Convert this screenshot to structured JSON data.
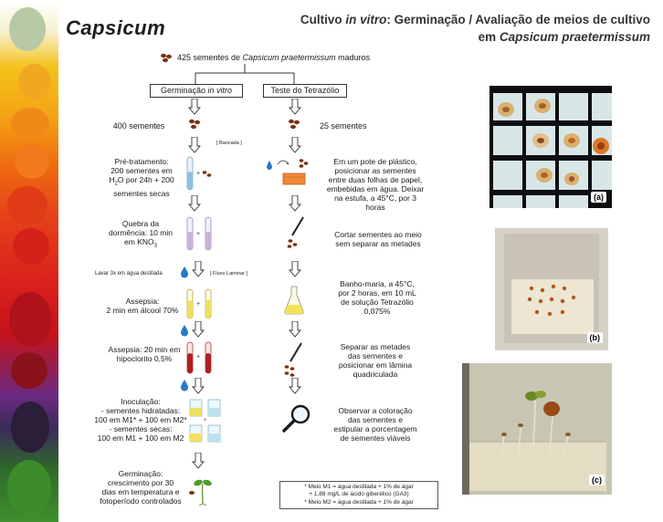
{
  "header": {
    "logo_text": "Capsicum",
    "title_line1_prefix": "Cultivo ",
    "title_line1_italic": "in vitro",
    "title_line1_suffix": ": Germinação / Avaliação de meios de cultivo",
    "title_line2_prefix": "em ",
    "title_line2_italic": "Capsicum praetermissum"
  },
  "top": {
    "prefix": "425 sementes de ",
    "italic": "Capsicum praetermissum",
    "suffix": " maduros"
  },
  "left_branch": {
    "box_prefix": "Germinação ",
    "box_italic": "in vitro",
    "step1": "400 sementes",
    "tag_bancada": "[ Bancada ]",
    "step2_l1": "Pré-tratamento:",
    "step2_l2": "200 sementes em",
    "step2_l3_a": "H",
    "step2_l3_sub": "2",
    "step2_l3_b": "O por 24h + 200",
    "step2_l4": "sementes secas",
    "step3_l1": "Quebra da",
    "step3_l2": "dormência: 10 min",
    "step3_l3_a": "em KNO",
    "step3_l3_sub": "3",
    "wash": "Lavar 3x em água destilada",
    "tag_fluxo": "[ Fluxo Laminar ]",
    "step4_l1": "Assepsia:",
    "step4_l2": "2 min em álcool 70%",
    "step5_l1": "Assepsia: 20 min em",
    "step5_l2": "hipoclorito 0,5%",
    "step6_l1": "Inoculação:",
    "step6_l2": "- sementes hidratadas:",
    "step6_l3": "100 em M1* + 100 em M2*",
    "step6_l4": "- sementes secas:",
    "step6_l5": "100 em M1 + 100 em M2",
    "step7_l1": "Germinação:",
    "step7_l2": "crescimento por 30",
    "step7_l3": "dias em temperatura e",
    "step7_l4": "fotoperíodo controlados"
  },
  "right_branch": {
    "box": "Teste do Tetrazólio",
    "step1": "25 sementes",
    "step2_l1": "Em um pote de plástico,",
    "step2_l2": "posicionar as sementes",
    "step2_l3": "entre duas folhas de papel,",
    "step2_l4": "embebidas em água. Deixar",
    "step2_l5": "na estufa, a 45°C, por 3",
    "step2_l6": "horas",
    "step3_l1": "Cortar sementes ao meio",
    "step3_l2": "sem separar as metades",
    "step4_l1": "Banho-maria, a 45°C,",
    "step4_l2": "por 2 horas, em 10 mL",
    "step4_l3": "de solução Tetrazólio",
    "step4_l4": "0,075%",
    "step5_l1": "Separar as metades",
    "step5_l2": "das sementes e",
    "step5_l3": "posicionar em lâmina",
    "step5_l4": "quadriculada",
    "step6_l1": "Observar a coloração",
    "step6_l2": "das sementes e",
    "step6_l3": "estipular a porcentagem",
    "step6_l4": "de sementes viáveis"
  },
  "notes": {
    "line1": "* Meio M1 = água destilada + 1% de ágar",
    "line2": "+ 1,88 mg/L de ácido giberélico (GA3)",
    "line3": "* Meio M2 = água destilada + 1% de ágar"
  },
  "photos": {
    "a_label": "(a)",
    "b_label": "(b)",
    "c_label": "(c)"
  },
  "inline_plus": "+",
  "icons": [
    "seed-icon",
    "arrow-down-icon",
    "test-tube-icon",
    "water-drop-icon",
    "flask-icon",
    "scalpel-icon",
    "magnifier-icon",
    "petri-dish-icon",
    "seedling-icon",
    "plastic-pot-icon"
  ],
  "colors": {
    "ethanol_tube": "#f0e060",
    "hypochlorite_tube": "#b02020",
    "knox_tube": "#c7b3d8",
    "tetrazolium": "#f2e25a",
    "seed": "#7a3210"
  }
}
